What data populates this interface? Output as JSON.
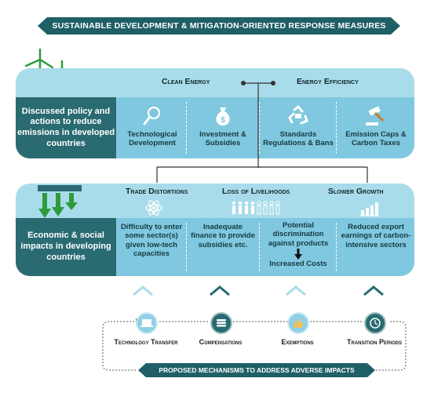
{
  "header": {
    "title": "SUSTAINABLE DEVELOPMENT & MITIGATION-ORIENTED RESPONSE MEASURES"
  },
  "top_panel": {
    "left_text": "Discussed policy and actions to reduce emissions in developed countries",
    "heading_left": "Clean Energy",
    "heading_right": "Energy Efficiency",
    "items": [
      {
        "icon": "magnifier-icon",
        "label": "Technological Development"
      },
      {
        "icon": "money-bag-icon",
        "label": "Investment & Subsidies"
      },
      {
        "icon": "recycle-icon",
        "label": "Standards Regulations & Bans"
      },
      {
        "icon": "gavel-icon",
        "label": "Emission Caps & Carbon Taxes"
      }
    ]
  },
  "bottom_panel": {
    "left_text": "Economic & social impacts in developing countries",
    "headings": [
      "Trade Distortions",
      "Loss of Livelihoods",
      "Slower Growth"
    ],
    "items": [
      {
        "label": "Difficulty to enter some sector(s) given low-tech capacities"
      },
      {
        "label": "Inadequate finance to provide subsidies etc."
      },
      {
        "label": "Potential discrimination against products",
        "sub": "Increased Costs"
      },
      {
        "label": "Reduced export earnings of carbon-intensive sectors"
      }
    ]
  },
  "mechanisms": {
    "items": [
      {
        "icon": "laptop-icon",
        "label": "Technology Transfer"
      },
      {
        "icon": "coins-icon",
        "label": "Compensations"
      },
      {
        "icon": "thumbs-up-icon",
        "label": "Exemptions"
      },
      {
        "icon": "clock-icon",
        "label": "Transition Periods"
      }
    ],
    "footer": "PROPOSED MECHANISMS TO ADDRESS ADVERSE IMPACTS"
  },
  "colors": {
    "dark_teal": "#1f5f66",
    "light_blue": "#a9dcea",
    "mid_blue": "#7fc8df",
    "green": "#2e9a3c"
  }
}
